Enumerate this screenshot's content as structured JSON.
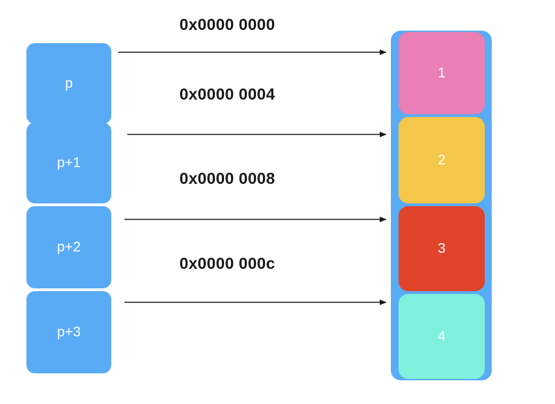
{
  "pointers": [
    {
      "label": "p"
    },
    {
      "label": "p+1"
    },
    {
      "label": "p+2"
    },
    {
      "label": "p+3"
    }
  ],
  "addresses": [
    "0x0000 0000",
    "0x0000 0004",
    "0x0000 0008",
    "0x0000 000c"
  ],
  "array_cells": [
    {
      "value": "1",
      "color": "#e97fb5"
    },
    {
      "value": "2",
      "color": "#f4c64a"
    },
    {
      "value": "3",
      "color": "#e0442a"
    },
    {
      "value": "4",
      "color": "#7ff0dc"
    }
  ],
  "colors": {
    "pointer_box": "#5aabf5",
    "array_frame": "#5aabf5",
    "arrow": "#1a1a1a"
  }
}
